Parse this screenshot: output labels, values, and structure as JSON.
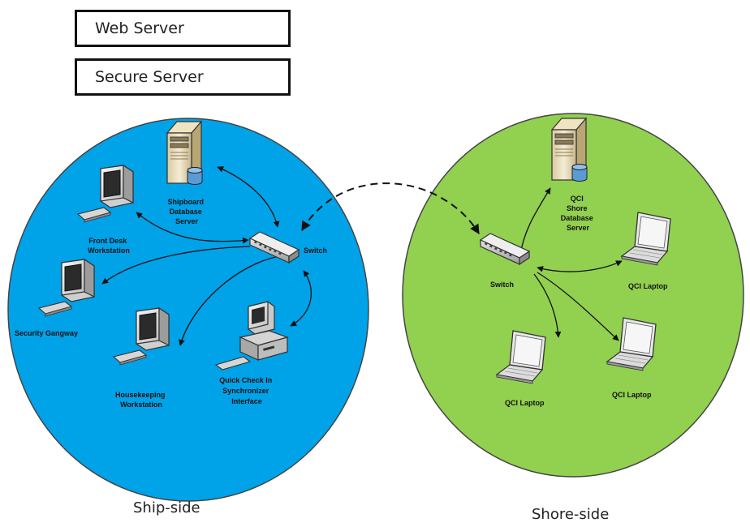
{
  "legend": {
    "web_server": "Web Server",
    "secure_server": "Secure Server"
  },
  "ship": {
    "side_label": "Ship-side",
    "color": "#00a2e8",
    "nodes": {
      "db_server": [
        "Shipboard",
        "Database",
        "Server"
      ],
      "front_desk": [
        "Front Desk",
        "Workstation"
      ],
      "switch": "Switch",
      "security": "Security Gangway",
      "housekeeping": [
        "Housekeeping",
        "Workstation"
      ],
      "quick_check": [
        "Quick Check In",
        "Synchronizer",
        "Interface"
      ]
    }
  },
  "shore": {
    "side_label": "Shore-side",
    "color": "#92d050",
    "nodes": {
      "db_server": [
        "QCI",
        "Shore",
        "Database",
        "Server"
      ],
      "switch": "Switch",
      "laptop_right": "QCI Laptop",
      "laptop_bottom_left": "QCI Laptop",
      "laptop_bottom_right": "QCI Laptop"
    }
  },
  "icons": {
    "server": "server-icon",
    "workstation": "workstation-icon",
    "laptop": "laptop-icon",
    "switch": "switch-icon",
    "printer": "printer-icon"
  }
}
